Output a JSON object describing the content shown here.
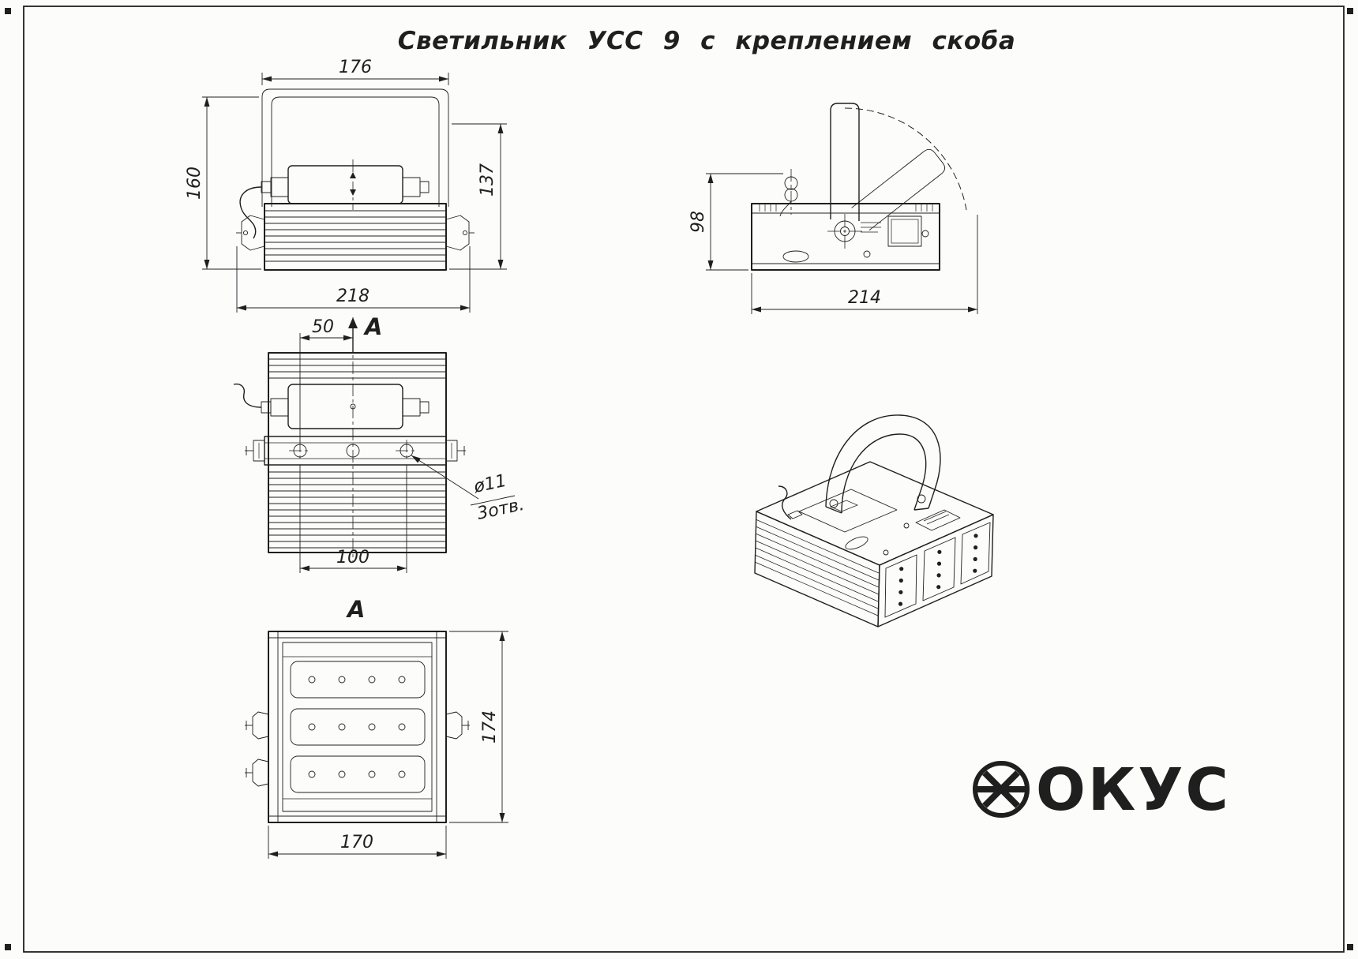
{
  "title": "Светильник УСС 9 с креплением скоба",
  "drawing": {
    "front_view": {
      "width_top": "176",
      "height_left": "160",
      "height_right": "137",
      "width_bottom": "218"
    },
    "side_view": {
      "height_left": "98",
      "length_bottom": "214"
    },
    "top_view": {
      "section_label": "A",
      "bolt_offset": "50",
      "bolt_span": "100",
      "hole_diameter": "ø11",
      "hole_count": "3отв."
    },
    "section_view": {
      "label": "A",
      "height_right": "174",
      "width_bottom": "170"
    }
  },
  "logo": {
    "text": "ОКУС",
    "emblem_icon": "fokus-wheel-icon"
  },
  "colors": {
    "ink": "#1f1f1f",
    "paper": "#fcfcfb"
  }
}
